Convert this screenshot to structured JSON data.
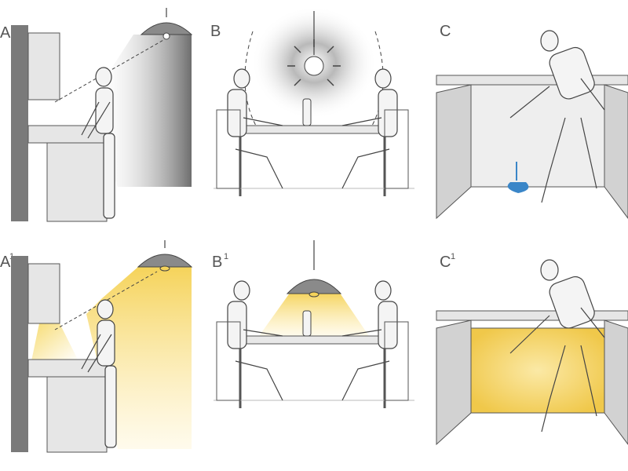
{
  "panels": [
    {
      "id": "A",
      "letter": "A",
      "sup": "",
      "scene": "kitchen-counter",
      "lit": false
    },
    {
      "id": "B",
      "letter": "B",
      "sup": "",
      "scene": "dining-table",
      "lit": false
    },
    {
      "id": "C",
      "letter": "C",
      "sup": "",
      "scene": "sink-cabinet",
      "lit": false
    },
    {
      "id": "A1",
      "letter": "A",
      "sup": "1",
      "scene": "kitchen-counter",
      "lit": true
    },
    {
      "id": "B1",
      "letter": "B",
      "sup": "1",
      "scene": "dining-table",
      "lit": true
    },
    {
      "id": "C1",
      "letter": "C",
      "sup": "1",
      "scene": "sink-cabinet",
      "lit": true
    }
  ],
  "colors": {
    "shadow_gray": "#6e6e6e",
    "warm_light": "#f5d35a",
    "spill_blue": "#3a86c8",
    "wall": "#7a7a7a",
    "cabinet": "#e6e6e6",
    "lamp": "#8a8a8a"
  },
  "icons": [
    "pendant-lamp-icon",
    "glare-bulb-icon",
    "wine-bottle-icon",
    "spill-icon"
  ]
}
